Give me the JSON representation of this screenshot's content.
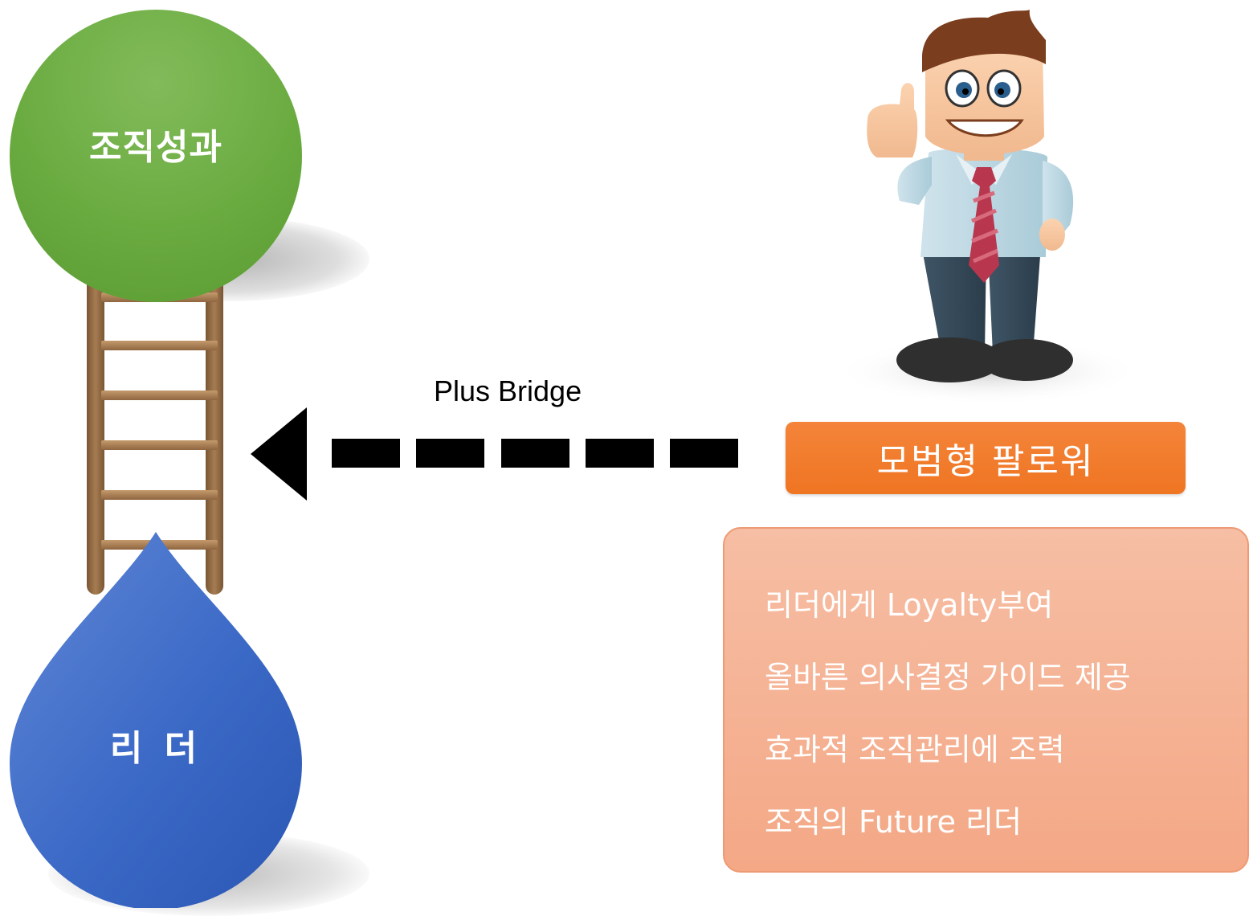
{
  "diagram": {
    "goal_label": "조직성과",
    "leader_label": "리 더",
    "bridge_label": "Plus Bridge",
    "follower_title": "모범형 팔로워",
    "follower_points": [
      "리더에게 Loyalty부여",
      "올바른 의사결정 가이드 제공",
      "효과적 조직관리에 조력",
      "조직의 Future 리더"
    ]
  },
  "colors": {
    "goal_green": "#6aab40",
    "leader_blue": "#3a6bc8",
    "follower_orange": "#ef7522",
    "panel_salmon": "#f5b090"
  },
  "icons": [
    "ladder-icon",
    "thumbs-up-businessman-icon",
    "left-arrow-icon"
  ]
}
